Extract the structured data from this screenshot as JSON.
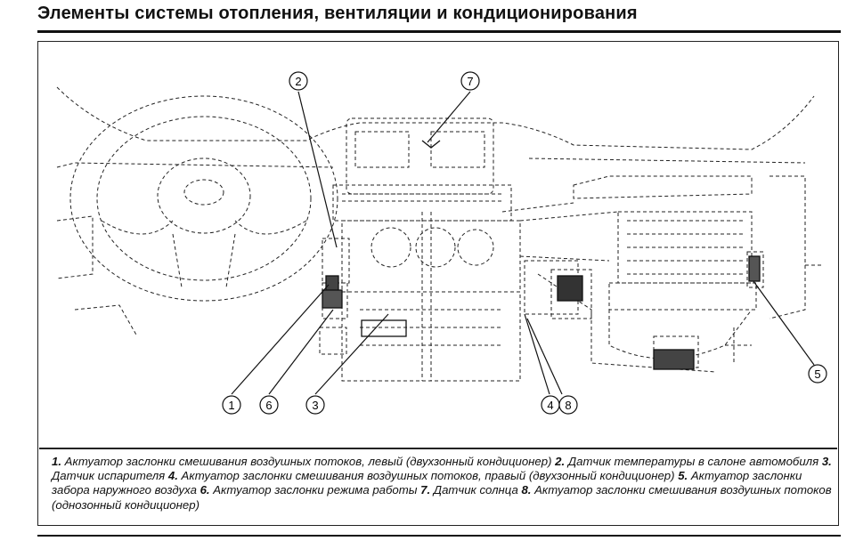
{
  "title": "Элементы системы отопления, вентиляции и кондиционирования",
  "callouts": [
    {
      "n": "1",
      "label": "1"
    },
    {
      "n": "2",
      "label": "2"
    },
    {
      "n": "3",
      "label": "3"
    },
    {
      "n": "4",
      "label": "4"
    },
    {
      "n": "5",
      "label": "5"
    },
    {
      "n": "6",
      "label": "6"
    },
    {
      "n": "7",
      "label": "7"
    },
    {
      "n": "8",
      "label": "8"
    }
  ],
  "legend": [
    {
      "num": "1.",
      "text": " Актуатор заслонки смешивания воздушных потоков, левый (двухзонный кондиционер) "
    },
    {
      "num": "2.",
      "text": " Датчик температуры в салоне автомобиля "
    },
    {
      "num": "3.",
      "text": " Датчик испарителя "
    },
    {
      "num": "4.",
      "text": " Актуатор заслонки смешивания воздушных потоков, правый (двухзонный кондиционер) "
    },
    {
      "num": "5.",
      "text": " Актуатор заслонки забора наружного воздуха "
    },
    {
      "num": "6.",
      "text": " Актуатор заслонки режима работы "
    },
    {
      "num": "7.",
      "text": " Датчик солнца "
    },
    {
      "num": "8.",
      "text": " Актуатор заслонки смешивания воздушных потоков (однозонный кондиционер)"
    }
  ]
}
